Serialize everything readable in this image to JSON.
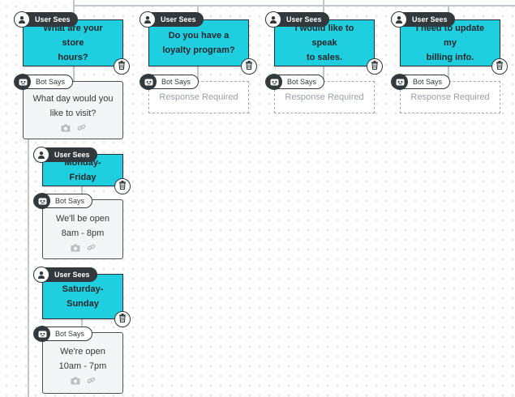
{
  "labels": {
    "user_sees": "User Sees",
    "bot_says": "Bot Says",
    "response_required": "Response Required"
  },
  "top_level": [
    {
      "question_line1": "What are your store",
      "question_line2": "hours?",
      "bot_line1": "What day would you",
      "bot_line2": "like to visit?"
    },
    {
      "question_line1": "Do you have a",
      "question_line2": "loyalty program?"
    },
    {
      "question_line1": "I would like to speak",
      "question_line2": "to sales."
    },
    {
      "question_line1": "I need to update my",
      "question_line2": "billing info."
    }
  ],
  "sub_level": [
    {
      "question_line1": "Monday-Friday",
      "bot_line1": "We'll be open",
      "bot_line2": "8am - 8pm"
    },
    {
      "question_line1": "Saturday-",
      "question_line2": "Sunday",
      "bot_line1": "We're open",
      "bot_line2": "10am - 7pm"
    }
  ],
  "icons": {
    "user": "user-icon",
    "bot": "bot-icon",
    "delete": "trash-icon",
    "image": "camera-icon",
    "link": "link-icon"
  },
  "colors": {
    "user_card": "#1fcfe0",
    "tag_dark": "#33383c",
    "connector": "#c3c7cb",
    "pending_text": "#9aa0a6"
  }
}
